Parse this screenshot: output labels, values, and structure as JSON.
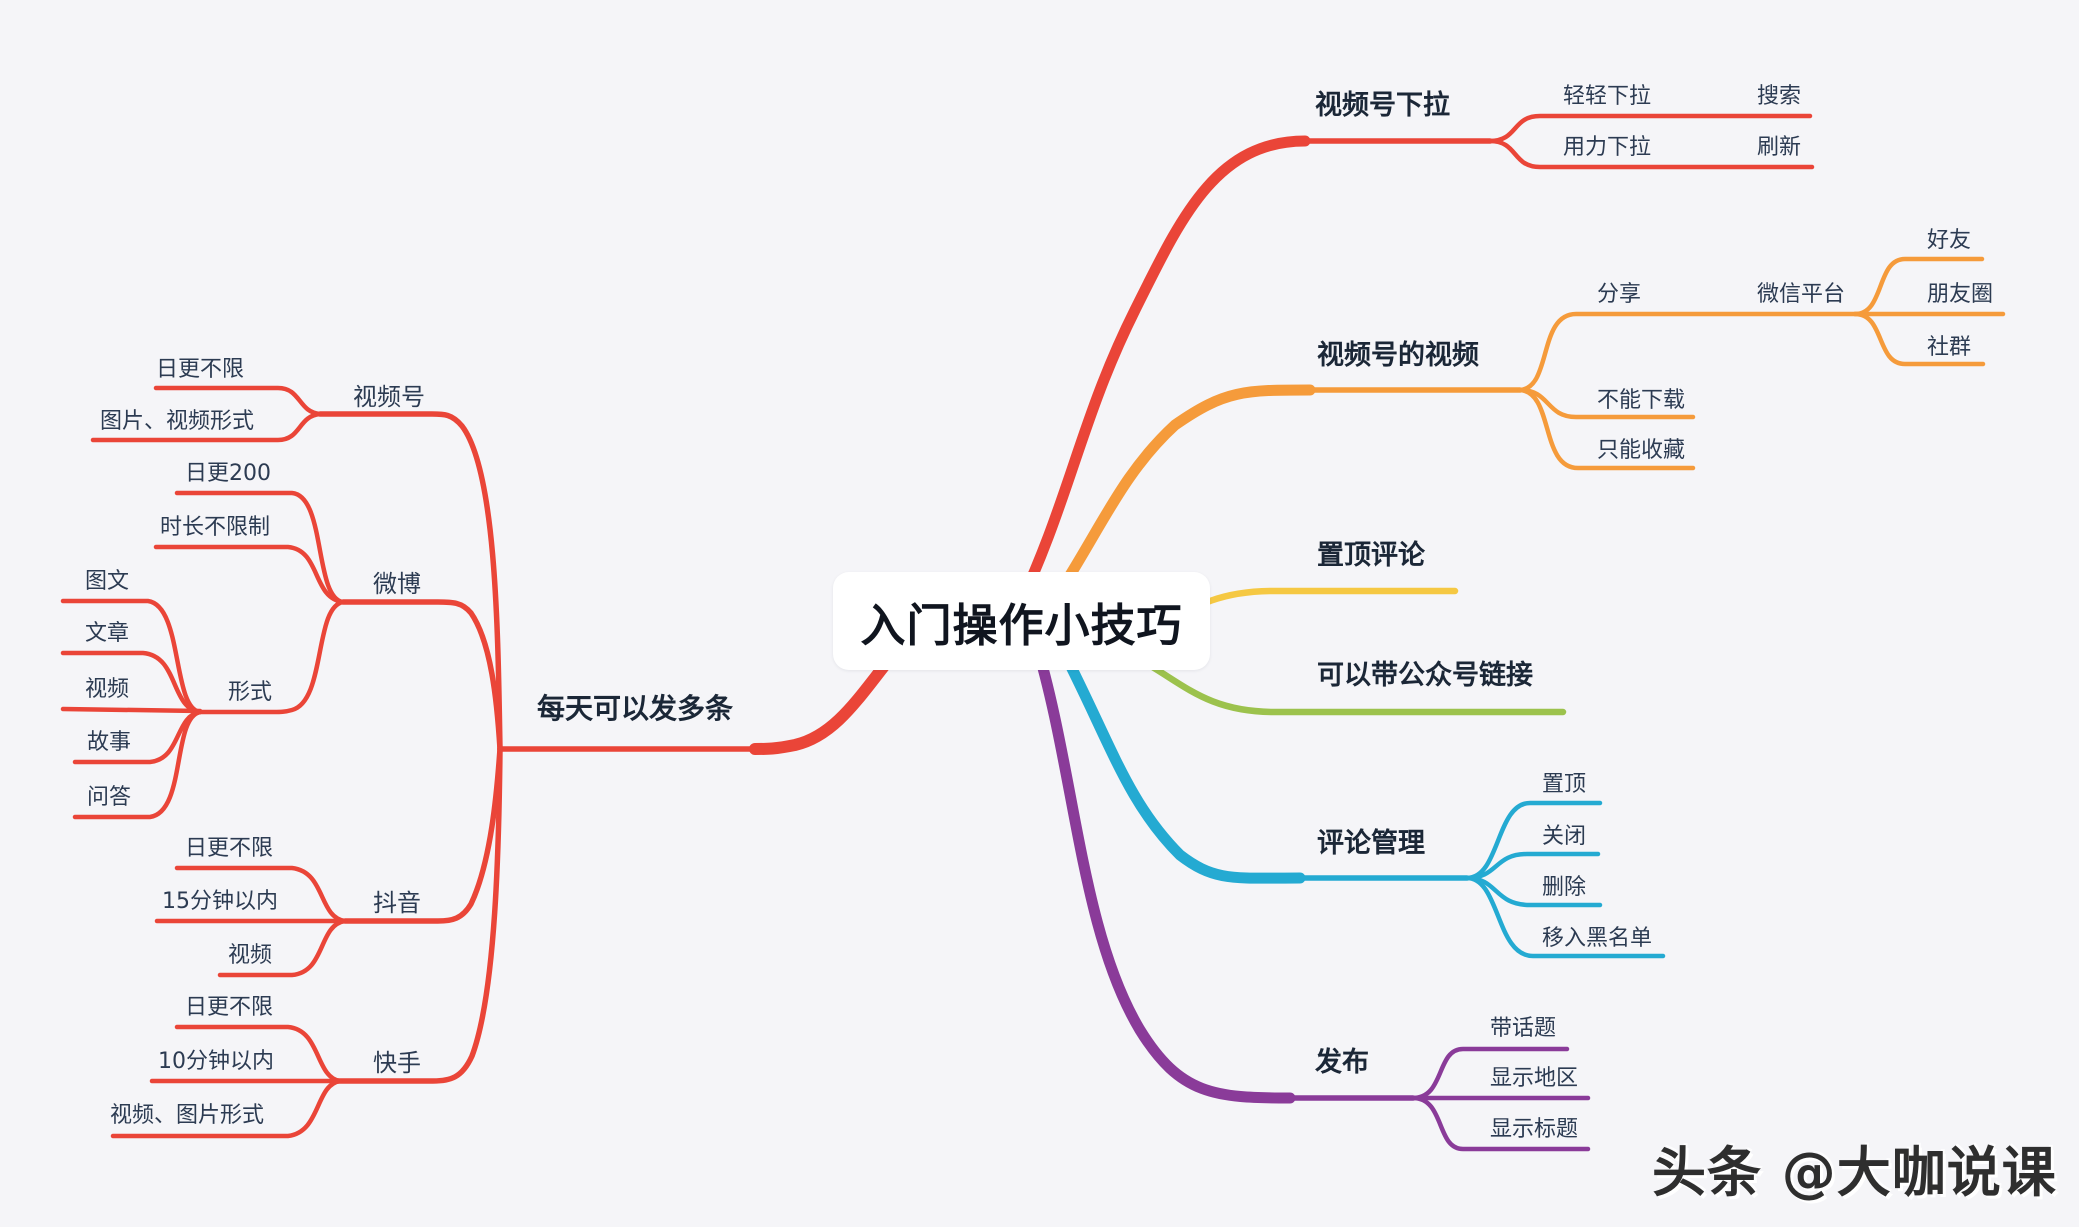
{
  "title": "入门操作小技巧",
  "watermark": "头条 @大咖说课",
  "colors": {
    "background": "#f5f5f8",
    "red": "#ea4538",
    "orange": "#f59b3b",
    "yellow": "#f5c843",
    "green": "#9cc24d",
    "cyan": "#24aad2",
    "purple": "#8a3b99",
    "label_text": "#2c3b52",
    "branch_text": "#1b2737",
    "title_text": "#10151f",
    "title_box_bg": "#ffffff"
  },
  "left": {
    "label": "每天可以发多条",
    "children": [
      {
        "label": "视频号",
        "children": [
          {
            "label": "日更不限"
          },
          {
            "label": "图片、视频形式"
          }
        ]
      },
      {
        "label": "微博",
        "children": [
          {
            "label": "日更200"
          },
          {
            "label": "时长不限制"
          },
          {
            "label": "形式",
            "children": [
              {
                "label": "图文"
              },
              {
                "label": "文章"
              },
              {
                "label": "视频"
              },
              {
                "label": "故事"
              },
              {
                "label": "问答"
              }
            ]
          }
        ]
      },
      {
        "label": "抖音",
        "children": [
          {
            "label": "日更不限"
          },
          {
            "label": "15分钟以内"
          },
          {
            "label": "视频"
          }
        ]
      },
      {
        "label": "快手",
        "children": [
          {
            "label": "日更不限"
          },
          {
            "label": "10分钟以内"
          },
          {
            "label": "视频、图片形式"
          }
        ]
      }
    ]
  },
  "right": [
    {
      "label": "视频号下拉",
      "children": [
        {
          "label": "轻轻下拉",
          "children": [
            {
              "label": "搜索"
            }
          ]
        },
        {
          "label": "用力下拉",
          "children": [
            {
              "label": "刷新"
            }
          ]
        }
      ]
    },
    {
      "label": "视频号的视频",
      "children": [
        {
          "label": "分享",
          "children": [
            {
              "label": "微信平台",
              "children": [
                {
                  "label": "好友"
                },
                {
                  "label": "朋友圈"
                },
                {
                  "label": "社群"
                }
              ]
            }
          ]
        },
        {
          "label": "不能下载"
        },
        {
          "label": "只能收藏"
        }
      ]
    },
    {
      "label": "置顶评论"
    },
    {
      "label": "可以带公众号链接"
    },
    {
      "label": "评论管理",
      "children": [
        {
          "label": "置顶"
        },
        {
          "label": "关闭"
        },
        {
          "label": "删除"
        },
        {
          "label": "移入黑名单"
        }
      ]
    },
    {
      "label": "发布",
      "children": [
        {
          "label": "带话题"
        },
        {
          "label": "显示地区"
        },
        {
          "label": "显示标题"
        }
      ]
    }
  ]
}
